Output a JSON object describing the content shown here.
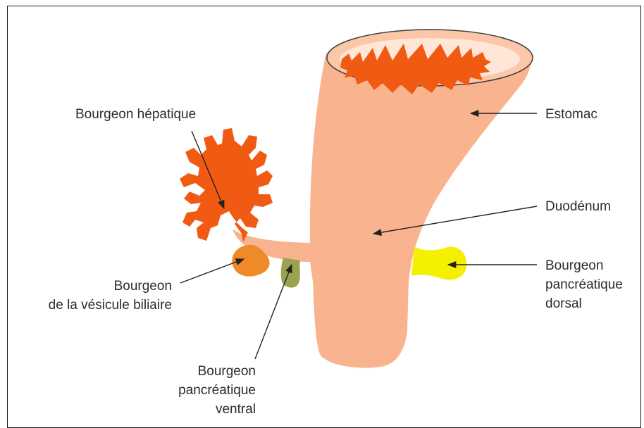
{
  "labels": {
    "liver_bud": "Bourgeon hépatique",
    "stomach": "Estomac",
    "duodenum": "Duodénum",
    "gallbladder_bud": [
      "Bourgeon",
      "de la vésicule biliaire"
    ],
    "dorsal_pancreatic_bud": [
      "Bourgeon",
      "pancréatique",
      "dorsal"
    ],
    "ventral_pancreatic_bud": [
      "Bourgeon",
      "pancréatique",
      "ventral"
    ]
  },
  "colors": {
    "gut_tube": "#f9b48f",
    "mucosa": "#f05a12",
    "liver_bud": "#f05a12",
    "gallbladder_bud": "#f08a28",
    "ventral_pancreatic_bud": "#9aa350",
    "dorsal_pancreatic_bud": "#f5f000",
    "arrow": "#222222"
  }
}
